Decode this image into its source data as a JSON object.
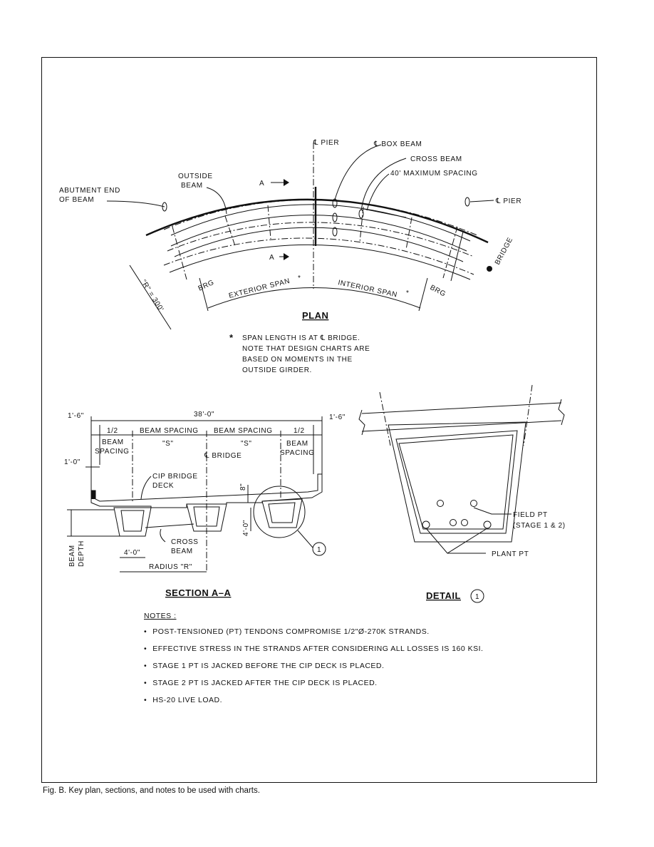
{
  "plan": {
    "title": "PLAN",
    "labels": {
      "cl_pier_left": "℄ PIER",
      "cl_box_beam": "℄ BOX BEAM",
      "cross_beam": "CROSS BEAM",
      "max_spacing": "40' MAXIMUM SPACING",
      "cl_pier_right": "℄ PIER",
      "abutment_1": "ABUTMENT END",
      "abutment_2": "OF BEAM",
      "outside_1": "OUTSIDE",
      "outside_2": "BEAM",
      "section_a_top": "A",
      "section_a_bottom": "A",
      "bridge": "BRIDGE",
      "brg_left": "BRG",
      "brg_right": "BRG",
      "exterior_span": "EXTERIOR SPAN",
      "interior_span": "INTERIOR SPAN",
      "radius": "\"R\" = 300'"
    },
    "footnote": [
      "SPAN LENGTH IS AT ℄ BRIDGE.",
      "NOTE THAT DESIGN CHARTS ARE",
      "BASED ON MOMENTS IN THE",
      "OUTSIDE GIRDER."
    ]
  },
  "section": {
    "title": "SECTION A–A",
    "labels": {
      "overhang_left": "1'-6\"",
      "overhang_right": "1'-6\"",
      "width": "38'-0\"",
      "half_left": "1/2",
      "half_right": "1/2",
      "beam_spacing_1": "BEAM SPACING",
      "beam_spacing_2": "BEAM SPACING",
      "s1": "\"S\"",
      "s2": "\"S\"",
      "cl_bridge": "℄ BRIDGE",
      "left_beam_1": "BEAM",
      "left_beam_2": "SPACING",
      "right_beam_1": "BEAM",
      "right_beam_2": "SPACING",
      "curb": "1'-0\"",
      "cip_1": "CIP BRIDGE",
      "cip_2": "DECK",
      "slab": "8\"",
      "depth_dim": "4'-0\"",
      "beam_depth_1": "BEAM",
      "beam_depth_2": "DEPTH",
      "bottom_width": "4'-0\"",
      "cross_beam_1": "CROSS",
      "cross_beam_2": "BEAM",
      "radius": "RADIUS \"R\"",
      "callout": "1"
    }
  },
  "detail": {
    "title": "DETAIL",
    "callout": "1",
    "field_pt_1": "FIELD PT",
    "field_pt_2": "(STAGE 1 & 2)",
    "plant_pt": "PLANT PT"
  },
  "notes": {
    "heading": "NOTES :",
    "items": [
      "POST-TENSIONED (PT) TENDONS COMPROMISE 1/2\"Ø-270K STRANDS.",
      "EFFECTIVE STRESS IN THE STRANDS AFTER CONSIDERING ALL LOSSES IS 160 KSI.",
      "STAGE 1 PT IS JACKED BEFORE THE CIP DECK IS PLACED.",
      "STAGE 2 PT IS JACKED AFTER THE CIP DECK IS PLACED.",
      "HS-20 LIVE LOAD."
    ]
  },
  "caption": "Fig. B. Key plan, sections, and notes to be used with charts."
}
